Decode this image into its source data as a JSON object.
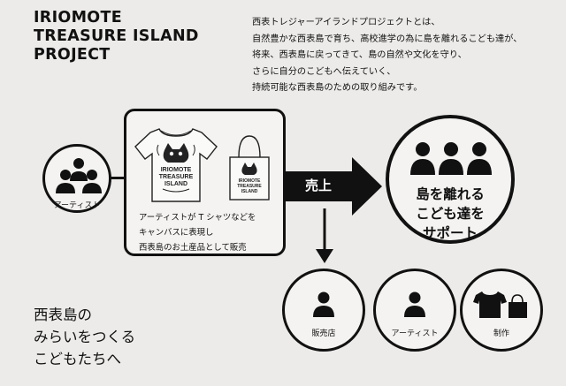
{
  "title": {
    "line1": "IRIOMOTE",
    "line2": "TREASURE ISLAND",
    "line3": "PROJECT"
  },
  "description": {
    "line1": "西表トレジャーアイランドプロジェクトとは、",
    "line2": "自然豊かな西表島で育ち、高校進学の為に島を離れるこども達が、",
    "line3": "将来、西表島に戻ってきて、島の自然や文化を守り、",
    "line4": "さらに自分のこどもへ伝えていく、",
    "line5": "持続可能な西表島のための取り組みです。"
  },
  "artist_node": {
    "label": "アーティスト",
    "icon": "group-of-three-people-icon"
  },
  "product_box": {
    "line1": "アーティストが T シャツなどを",
    "line2": "キャンバスに表現し",
    "line3": "西表島のお土産品として販売",
    "shirt_print": [
      "IRIOMOTE",
      "TREASURE",
      "ISLAND"
    ],
    "bag_print": [
      "IRIOMOTE",
      "TREASURE",
      "ISLAND"
    ]
  },
  "arrow": {
    "label": "売上"
  },
  "goal_node": {
    "line1": "島を離れる",
    "line2": "こども達を",
    "line3": "サポート",
    "icon": "three-people-icon"
  },
  "recipients": [
    {
      "label": "販売店",
      "icon": "person-icon"
    },
    {
      "label": "アーティスト",
      "icon": "person-icon"
    },
    {
      "label": "制作",
      "icon": "tshirt-and-bag-icon"
    }
  ],
  "slogan": {
    "line1": "西表島の",
    "line2": "みらいをつくる",
    "line3": "こどもたちへ"
  },
  "colors": {
    "ink": "#111111",
    "paper": "#ecebe9"
  }
}
